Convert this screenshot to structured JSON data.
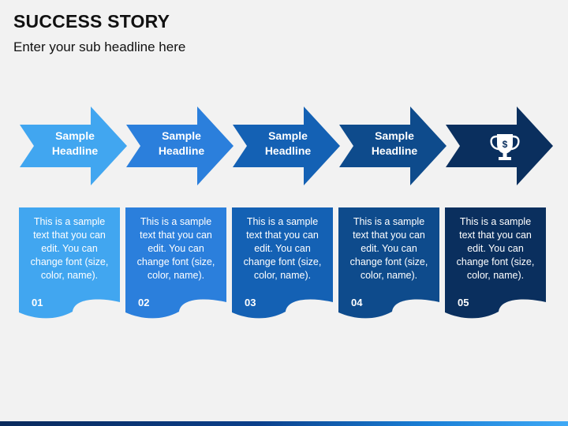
{
  "header": {
    "title": "SUCCESS STORY",
    "subtitle": "Enter your sub headline here"
  },
  "steps": [
    {
      "color": "#41a6f0",
      "arrow_label": [
        "Sample",
        "Headline"
      ],
      "icon": null,
      "text": [
        "This is a sample",
        "text that you can",
        "edit. You can",
        "change font (size,",
        "color, name)."
      ],
      "number": "01"
    },
    {
      "color": "#2b7fdc",
      "arrow_label": [
        "Sample",
        "Headline"
      ],
      "icon": null,
      "text": [
        "This is a sample",
        "text that you can",
        "edit. You can",
        "change font (size,",
        "color, name)."
      ],
      "number": "02"
    },
    {
      "color": "#1461b4",
      "arrow_label": [
        "Sample",
        "Headline"
      ],
      "icon": null,
      "text": [
        "This is a sample",
        "text that you can",
        "edit. You can",
        "change font (size,",
        "color, name)."
      ],
      "number": "03"
    },
    {
      "color": "#0e4b8c",
      "arrow_label": [
        "Sample",
        "Headline"
      ],
      "icon": null,
      "text": [
        "This is a sample",
        "text that you can",
        "edit. You can",
        "change font (size,",
        "color, name)."
      ],
      "number": "04"
    },
    {
      "color": "#0a2f5e",
      "arrow_label": [],
      "icon": "trophy-dollar-icon",
      "text": [
        "This is a sample",
        "text that you can",
        "edit. You can",
        "change font (size,",
        "color, name)."
      ],
      "number": "05"
    }
  ]
}
